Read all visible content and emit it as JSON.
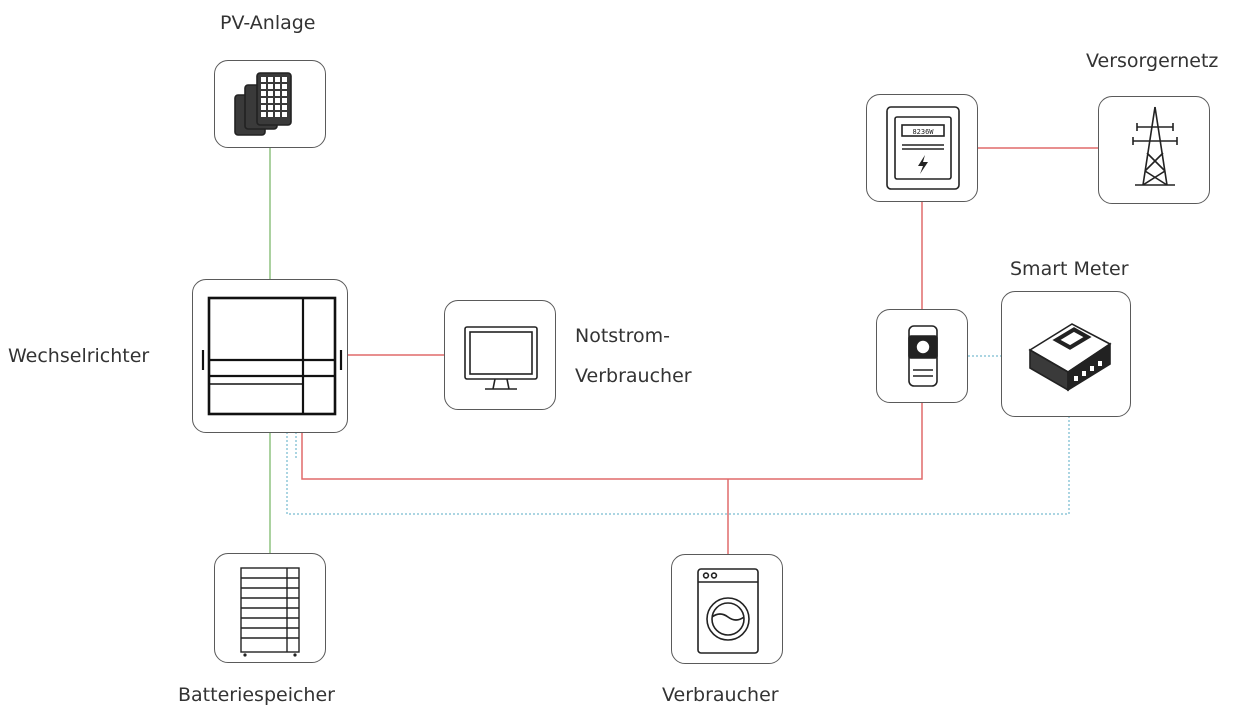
{
  "labels": {
    "pv": "PV-Anlage",
    "grid": "Versorgernetz",
    "smart_meter": "Smart Meter",
    "inverter": "Wechselrichter",
    "backup_line1": "Notstrom-",
    "backup_line2": "Verbraucher",
    "battery": "Batteriespeicher",
    "consumer": "Verbraucher"
  },
  "meter_display": "8236W",
  "colors": {
    "ac_line": "#e06a6a",
    "dc_line": "#8fc281",
    "comm_line": "#8fc7d8",
    "box_border": "#5a5a5a",
    "icon": "#222222"
  },
  "icons": {
    "pv": "solar-panel-icon",
    "grid": "power-pylon-icon",
    "meter": "electricity-meter-icon",
    "inverter": "inverter-icon",
    "monitor": "monitor-icon",
    "ct": "current-transformer-icon",
    "smart_meter": "din-rail-meter-icon",
    "battery": "battery-stack-icon",
    "washer": "washing-machine-icon"
  }
}
